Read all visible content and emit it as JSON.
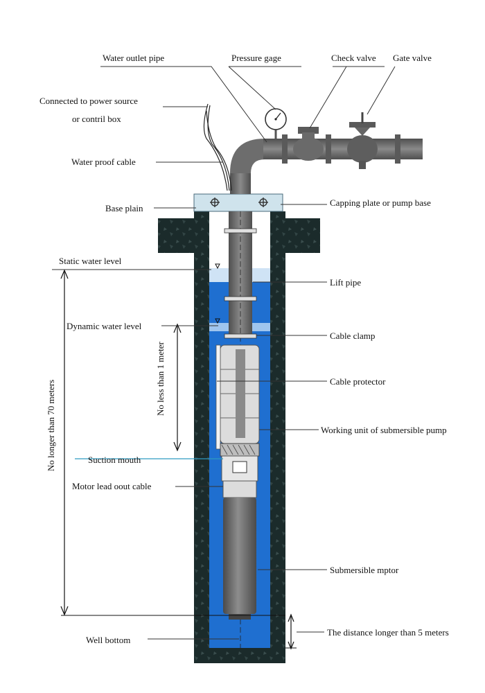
{
  "labels": {
    "water_outlet_pipe": "Water outlet pipe",
    "pressure_gage": "Pressure gage",
    "check_valve": "Check valve",
    "gate_valve": "Gate valve",
    "power_source_line1": "Connected to power source",
    "power_source_line2": "or contril box",
    "water_proof_cable": "Water proof cable",
    "base_plain": "Base plain",
    "capping_plate": "Capping plate or pump base",
    "static_water_level": "Static water level",
    "lift_pipe": "Lift pipe",
    "dynamic_water_level": "Dynamic water level",
    "cable_clamp": "Cable clamp",
    "cable_protector": "Cable protector",
    "working_unit": "Working unit of submersible pump",
    "suction_mouth": "Suction mouth",
    "motor_lead_cable": "Motor lead oout cable",
    "submersible_motor": "Submersible mptor",
    "well_bottom": "Well bottom",
    "distance_5m": "The distance longer than 5 meters"
  },
  "dimensions": {
    "no_longer_70m": "No longer than 70 meters",
    "no_less_1m": "No less than 1 meter"
  },
  "colors": {
    "well_wall": "#1a2a2a",
    "water": "#1f6fd0",
    "water_light": "#cfe3f5",
    "pipe": "#707070",
    "pipe_dark": "#4a4a4a",
    "pump_body": "#d9d9d9",
    "motor": "#6a6a6a",
    "base_plate": "#cfe3ec"
  }
}
